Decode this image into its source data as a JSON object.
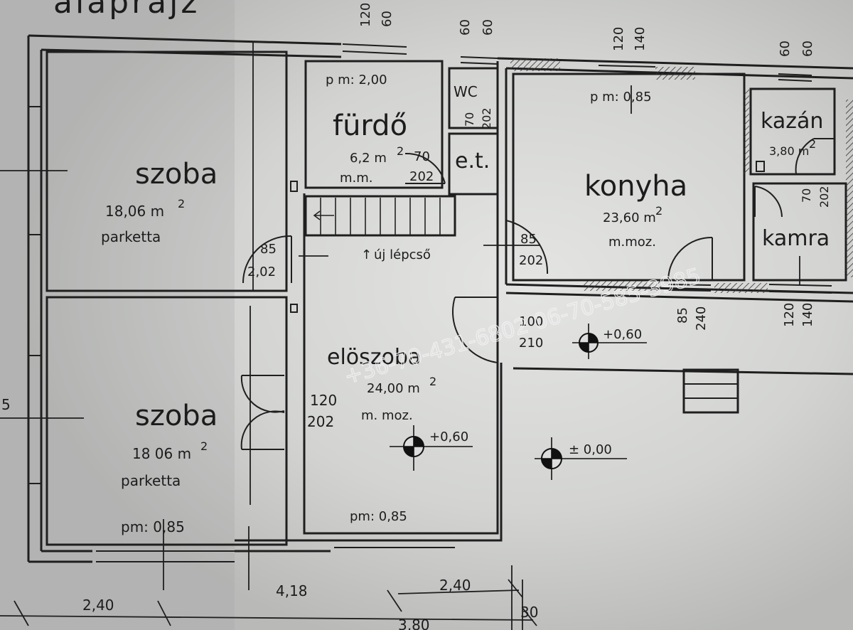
{
  "title_fragment": "alaprajz",
  "watermark": "+36-70-431-6802  06-70-585-3985",
  "rooms": {
    "szoba_top": {
      "name": "szoba",
      "area": "18,06 m",
      "floor": "parketta"
    },
    "szoba_bottom": {
      "name": "szoba",
      "area": "18 06 m",
      "floor": "parketta",
      "pm": "pm: 0,85"
    },
    "furdo": {
      "name": "fürdő",
      "area": "6,2 m",
      "floor": "m.m.",
      "pm": "p m: 2,00"
    },
    "wc": {
      "name": "WC",
      "door": [
        "70",
        "202"
      ]
    },
    "et": {
      "name": "e.t."
    },
    "konyha": {
      "name": "konyha",
      "area": "23,60 m",
      "floor": "m.moz.",
      "pm": "p m: 0,85"
    },
    "kazan": {
      "name": "kazán",
      "area": "3,80 m"
    },
    "kamra": {
      "name": "kamra"
    },
    "eloszoba": {
      "name": "elöszoba",
      "area": "24,00 m",
      "floor": "m. moz.",
      "pm": "pm: 0,85"
    },
    "stair": {
      "label": "új lépcső"
    }
  },
  "exponent": "2",
  "doors": {
    "d1": [
      "85",
      "2,02"
    ],
    "d2": [
      "70",
      "202"
    ],
    "d3": [
      "85",
      "202"
    ],
    "d4": [
      "85",
      "240"
    ],
    "d5": [
      "70",
      "202"
    ],
    "d6": [
      "120",
      "140"
    ],
    "d7": [
      "100",
      "210"
    ],
    "d8": [
      "120",
      "202"
    ]
  },
  "windows_top": {
    "w1": [
      "120",
      "60"
    ],
    "w2": [
      "60",
      "60"
    ],
    "w3": [
      "120",
      "140"
    ],
    "w4": [
      "60",
      "60"
    ]
  },
  "levels": [
    "+0,60",
    "+0,60",
    "± 0,00"
  ],
  "dimensions": [
    "2,40",
    "4,18",
    "2,40",
    "3,80",
    "30",
    "5"
  ]
}
